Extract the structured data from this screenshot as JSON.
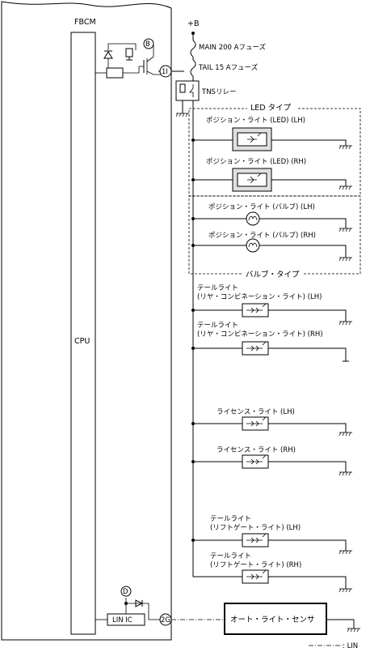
{
  "fbcm": {
    "title": "FBCM",
    "cpu": "CPU",
    "lin_ic": "LIN IC",
    "connector_b": "B",
    "connector_d": "D",
    "terminal_1i": "1I",
    "terminal_2g": "2G"
  },
  "power": {
    "battery": "+B",
    "main_fuse": "MAIN 200 Aフューズ",
    "tail_fuse": "TAIL 15 Aフューズ",
    "relay": "TNSリレー"
  },
  "led_group": {
    "label": "LED タイプ",
    "lamps": [
      "ポジション・ライト (LED) (LH)",
      "ポジション・ライト (LED) (RH)"
    ]
  },
  "bulb_group": {
    "label": "バルブ・タイプ",
    "lamps": [
      "ポジション・ライト (バルブ) (LH)",
      "ポジション・ライト (バルブ) (RH)"
    ]
  },
  "tail_lamps": [
    [
      "テールライト",
      "(リヤ・コンビネーション・ライト) (LH)"
    ],
    [
      "テールライト",
      "(リヤ・コンビネーション・ライト) (RH)"
    ]
  ],
  "license_lamps": [
    "ライセンス・ライト (LH)",
    "ライセンス・ライト (RH)"
  ],
  "liftgate_lamps": [
    [
      "テールライト",
      "(リフトゲート・ライト) (LH)"
    ],
    [
      "テールライト",
      "(リフトゲート・ライト) (RH)"
    ]
  ],
  "sensor": "オート・ライト・センサ",
  "legend": ": LIN"
}
